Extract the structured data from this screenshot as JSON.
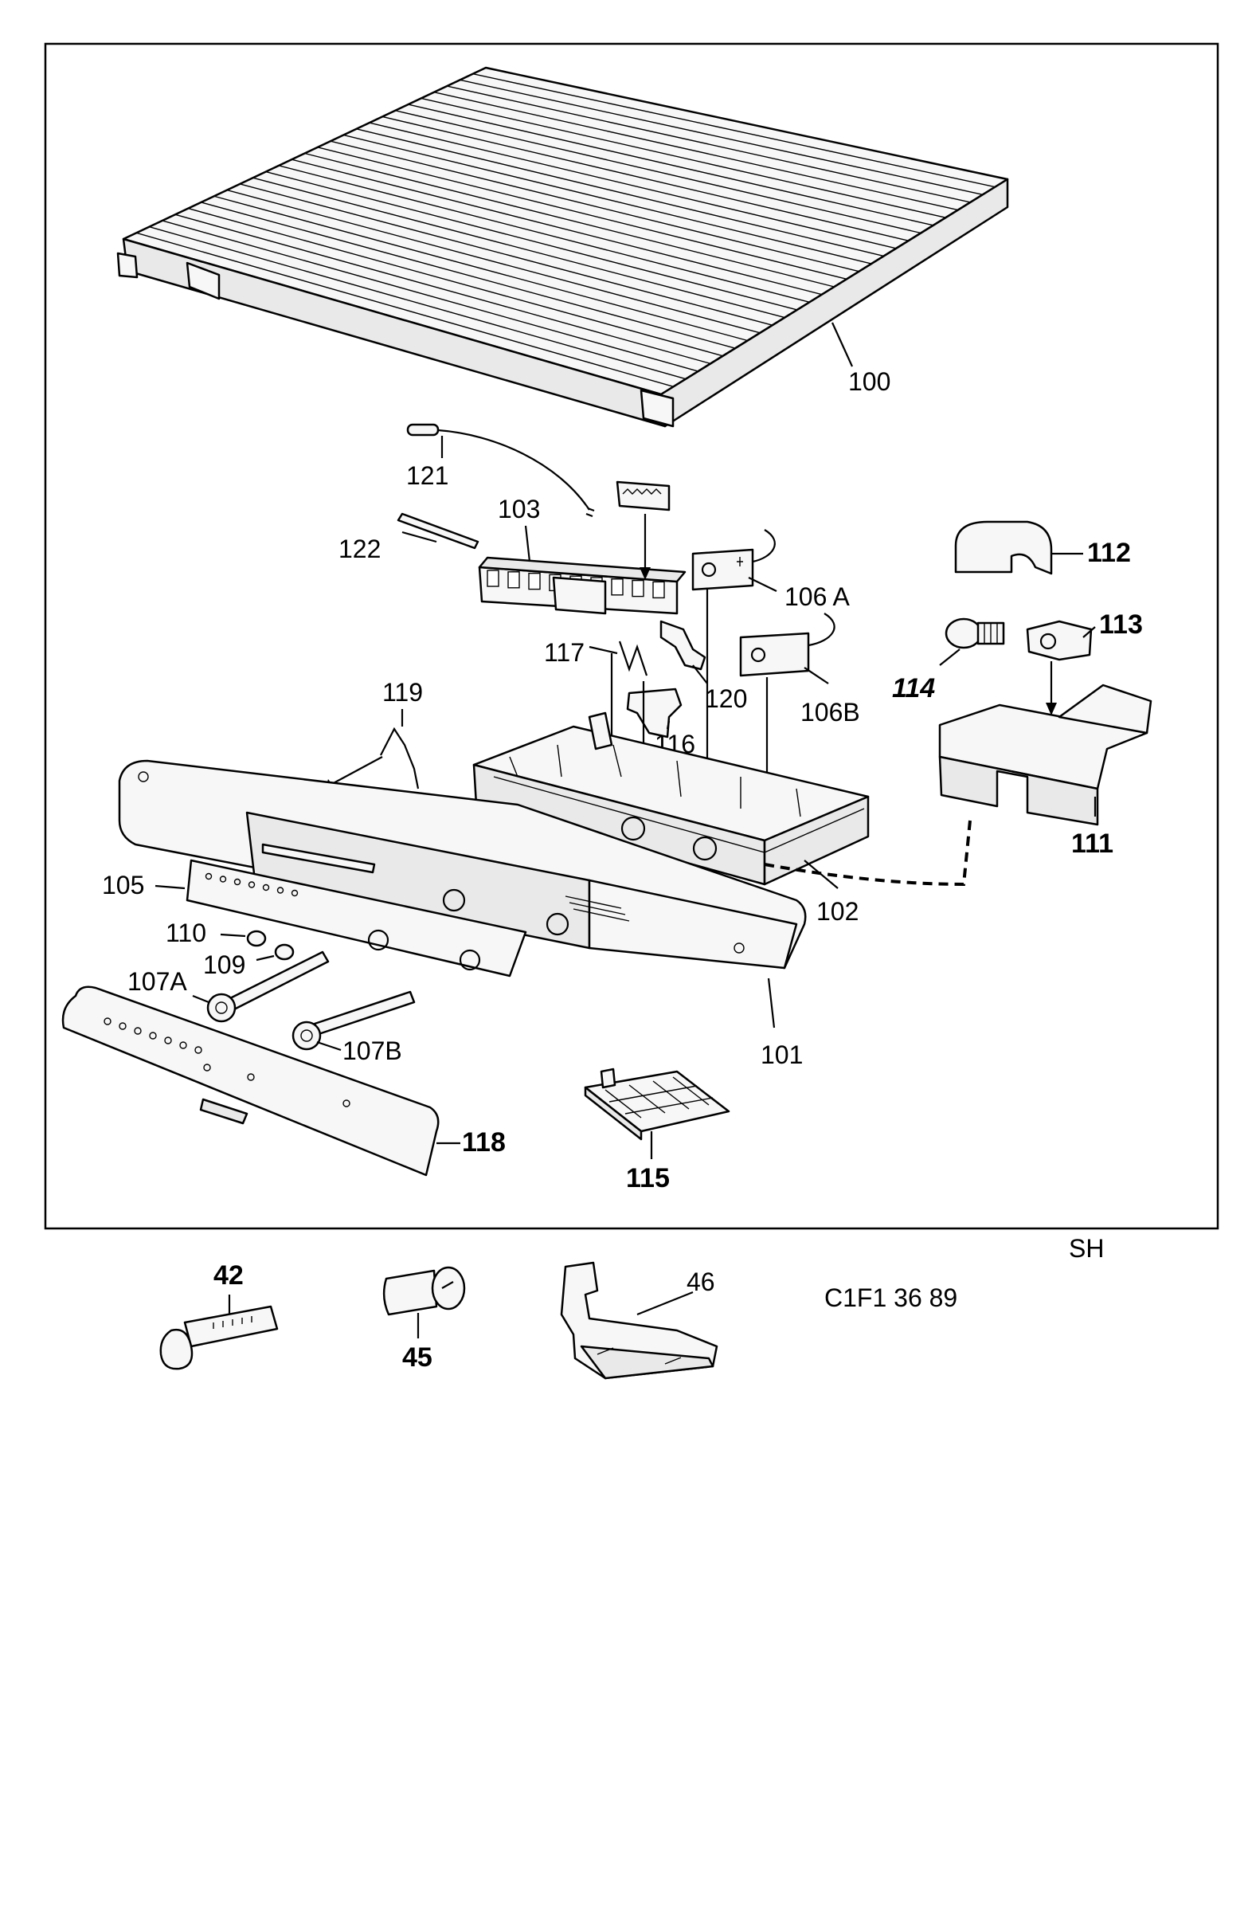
{
  "labels": {
    "p100": "100",
    "p121": "121",
    "p122": "122",
    "p103": "103",
    "p106a": "106 A",
    "p106b": "106B",
    "p112": "112",
    "p113": "113",
    "p114": "114",
    "p117": "117",
    "p120": "120",
    "p116": "116",
    "p119": "119",
    "p111": "111",
    "p102": "102",
    "p105": "105",
    "p110": "110",
    "p109": "109",
    "p107a": "107A",
    "p107b": "107B",
    "p101": "101",
    "p118": "118",
    "p115": "115",
    "p42": "42",
    "p45": "45",
    "p46": "46",
    "sh": "SH",
    "ref": "C1F1 36 89"
  },
  "icons": {
    "shelf": "slatted-shelf-icon",
    "control_housing": "control-housing-icon",
    "lamp": "lamp-bulb-icon"
  }
}
